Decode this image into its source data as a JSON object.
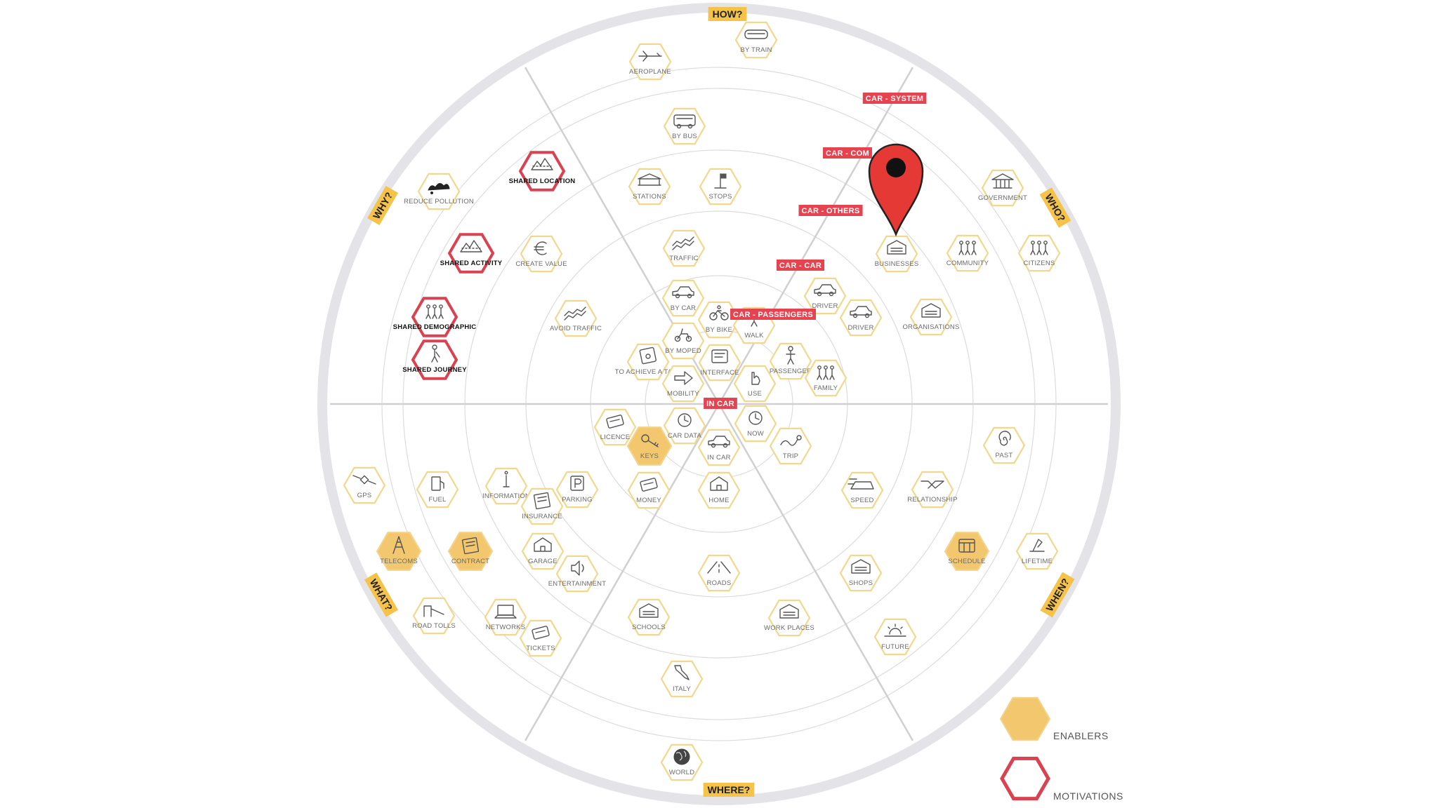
{
  "colors": {
    "ring": "#e4e4e8",
    "grid": "#dcdcdc",
    "spoke": "#d0d0d3",
    "enabler_fill": "#f2c76e",
    "enabler_stroke": "#f2d48c",
    "hex_stroke": "#f1d88e",
    "motivation_stroke": "#d94250",
    "tag_bg": "#e5434f",
    "question_bg": "#f5c24a",
    "pin": "#e53935",
    "icon": "#555555"
  },
  "questions": [
    {
      "key": "how",
      "label": "HOW?"
    },
    {
      "key": "who",
      "label": "WHO?"
    },
    {
      "key": "when",
      "label": "WHEN?"
    },
    {
      "key": "where",
      "label": "WHERE?"
    },
    {
      "key": "what",
      "label": "WHAT?"
    },
    {
      "key": "why",
      "label": "WHY?"
    }
  ],
  "tags": [
    {
      "label": "CAR - SYSTEM"
    },
    {
      "label": "CAR - COM"
    },
    {
      "label": "CAR - OTHERS"
    },
    {
      "label": "CAR - CAR"
    },
    {
      "label": "CAR - PASSENGERS"
    },
    {
      "label": "IN CAR"
    }
  ],
  "hexagons": [
    {
      "label": "BY TRAIN",
      "type": "normal",
      "icon": "train-icon"
    },
    {
      "label": "AEROPLANE",
      "type": "normal",
      "icon": "aeroplane-icon"
    },
    {
      "label": "BY BUS",
      "type": "normal",
      "icon": "bus-icon"
    },
    {
      "label": "STATIONS",
      "type": "normal",
      "icon": "station-icon"
    },
    {
      "label": "STOPS",
      "type": "normal",
      "icon": "stop-sign-icon"
    },
    {
      "label": "TRAFFIC",
      "type": "normal",
      "icon": "traffic-icon"
    },
    {
      "label": "BY CAR",
      "type": "normal",
      "icon": "car-icon"
    },
    {
      "label": "BY BIKE",
      "type": "normal",
      "icon": "bike-icon"
    },
    {
      "label": "BY MOPED",
      "type": "normal",
      "icon": "moped-icon"
    },
    {
      "label": "WALK",
      "type": "normal",
      "icon": "walk-icon"
    },
    {
      "label": "INTERFACE",
      "type": "normal",
      "icon": "interface-icon"
    },
    {
      "label": "TO ACHIEVE A TASK",
      "type": "normal",
      "icon": "task-icon"
    },
    {
      "label": "MOBILITY",
      "type": "normal",
      "icon": "mobility-arrow-icon"
    },
    {
      "label": "USE",
      "type": "normal",
      "icon": "hand-icon"
    },
    {
      "label": "PASSENGER",
      "type": "normal",
      "icon": "passenger-icon"
    },
    {
      "label": "FAMILY",
      "type": "normal",
      "icon": "family-icon"
    },
    {
      "label": "DRIVER",
      "type": "normal",
      "icon": "driver-car-icon"
    },
    {
      "label": "DRIVER",
      "type": "normal",
      "icon": "driver-car-icon"
    },
    {
      "label": "ORGANISATIONS",
      "type": "normal",
      "icon": "organisation-icon"
    },
    {
      "label": "BUSINESSES",
      "type": "normal",
      "icon": "business-icon"
    },
    {
      "label": "COMMUNITY",
      "type": "normal",
      "icon": "community-icon"
    },
    {
      "label": "GOVERNMENT",
      "type": "normal",
      "icon": "government-icon"
    },
    {
      "label": "CITIZENS",
      "type": "normal",
      "icon": "citizens-icon"
    },
    {
      "label": "REDUCE POLLUTION",
      "type": "normal",
      "icon": "pollution-icon"
    },
    {
      "label": "SHARED LOCATION",
      "type": "motivation",
      "icon": "location-icon"
    },
    {
      "label": "SHARED ACTIVITY",
      "type": "motivation",
      "icon": "activity-icon"
    },
    {
      "label": "CREATE VALUE",
      "type": "normal",
      "icon": "euro-icon"
    },
    {
      "label": "AVOID TRAFFIC",
      "type": "normal",
      "icon": "traffic-icon"
    },
    {
      "label": "SHARED DEMOGRAPHIC",
      "type": "motivation",
      "icon": "demographic-icon"
    },
    {
      "label": "SHARED JOURNEY",
      "type": "motivation",
      "icon": "journey-icon"
    },
    {
      "label": "LICENCE",
      "type": "normal",
      "icon": "licence-icon"
    },
    {
      "label": "KEYS",
      "type": "enabler",
      "icon": "keys-icon"
    },
    {
      "label": "CAR DATA",
      "type": "normal",
      "icon": "gauge-icon"
    },
    {
      "label": "IN CAR",
      "type": "normal",
      "icon": "in-car-icon"
    },
    {
      "label": "NOW",
      "type": "normal",
      "icon": "clock-icon"
    },
    {
      "label": "TRIP",
      "type": "normal",
      "icon": "trip-icon"
    },
    {
      "label": "MONEY",
      "type": "normal",
      "icon": "card-icon"
    },
    {
      "label": "HOME",
      "type": "normal",
      "icon": "home-icon"
    },
    {
      "label": "PAST",
      "type": "normal",
      "icon": "spiral-icon"
    },
    {
      "label": "SPEED",
      "type": "normal",
      "icon": "speed-icon"
    },
    {
      "label": "RELATIONSHIP",
      "type": "normal",
      "icon": "handshake-icon"
    },
    {
      "label": "GPS",
      "type": "normal",
      "icon": "satellite-icon"
    },
    {
      "label": "FUEL",
      "type": "normal",
      "icon": "fuel-icon"
    },
    {
      "label": "INFORMATION",
      "type": "normal",
      "icon": "info-icon"
    },
    {
      "label": "PARKING",
      "type": "normal",
      "icon": "parking-icon"
    },
    {
      "label": "INSURANCE",
      "type": "normal",
      "icon": "document-icon"
    },
    {
      "label": "TELECOMS",
      "type": "enabler",
      "icon": "tower-icon"
    },
    {
      "label": "CONTRACT",
      "type": "enabler",
      "icon": "contract-icon"
    },
    {
      "label": "GARAGE",
      "type": "normal",
      "icon": "garage-icon"
    },
    {
      "label": "ENTERTAINMENT",
      "type": "normal",
      "icon": "speaker-icon"
    },
    {
      "label": "ROADS",
      "type": "normal",
      "icon": "road-icon"
    },
    {
      "label": "SHOPS",
      "type": "normal",
      "icon": "shop-icon"
    },
    {
      "label": "SCHEDULE",
      "type": "enabler",
      "icon": "calendar-icon"
    },
    {
      "label": "LIFETIME",
      "type": "normal",
      "icon": "lifetime-icon"
    },
    {
      "label": "ROAD TOLLS",
      "type": "normal",
      "icon": "toll-icon"
    },
    {
      "label": "NETWORKS",
      "type": "normal",
      "icon": "laptop-icon"
    },
    {
      "label": "TICKETS",
      "type": "normal",
      "icon": "ticket-icon"
    },
    {
      "label": "SCHOOLS",
      "type": "normal",
      "icon": "school-icon"
    },
    {
      "label": "WORK PLACES",
      "type": "normal",
      "icon": "office-icon"
    },
    {
      "label": "FUTURE",
      "type": "normal",
      "icon": "sunrise-icon"
    },
    {
      "label": "ITALY",
      "type": "normal",
      "icon": "italy-map-icon"
    },
    {
      "label": "WORLD",
      "type": "normal",
      "icon": "globe-icon"
    }
  ],
  "pin": {
    "icon": "map-pin-icon"
  },
  "legend": {
    "enablers": "ENABLERS",
    "motivations": "MOTIVATIONS"
  }
}
